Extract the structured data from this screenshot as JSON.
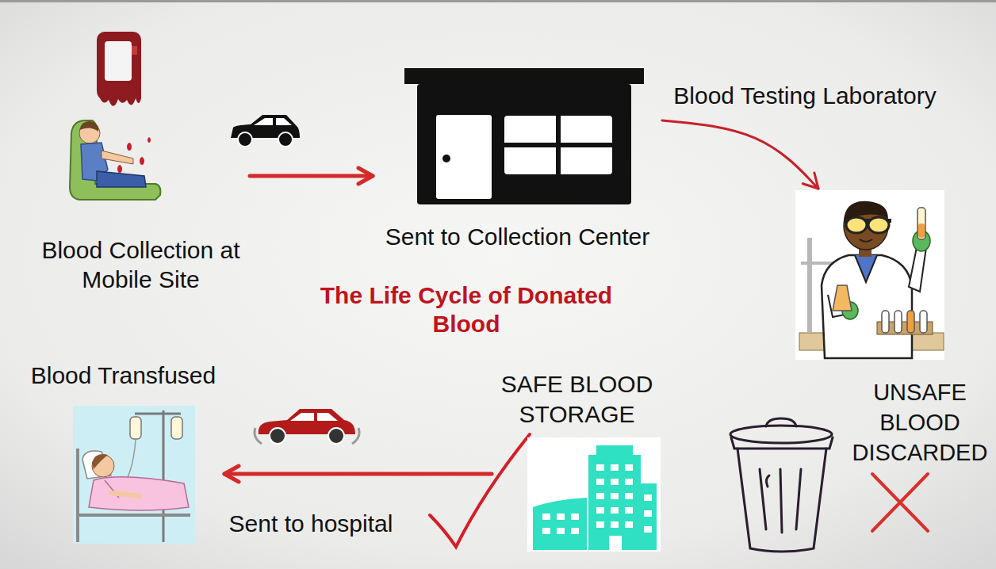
{
  "diagram": {
    "title": "The Life Cycle of Donated Blood",
    "nodes": [
      {
        "text": [
          "Blood Collection at Mobile Site"
        ]
      },
      {
        "text": [
          "Sent to Collection Center"
        ]
      },
      {
        "text": [
          "Blood Testing Laboratory"
        ]
      },
      {
        "text": [
          "UNSAFE BLOOD DISCARDED"
        ]
      },
      {
        "text": [
          "SAFE BLOOD STORAGE"
        ]
      },
      {
        "text": [
          "Blood Transfused"
        ]
      }
    ],
    "edges": [
      {
        "from": 0,
        "to": 1,
        "arrow": "to"
      },
      {
        "from": 1,
        "to": 2,
        "arrow": "to"
      },
      {
        "from": 4,
        "to": 5,
        "label": "Sent to hospital",
        "arrow": "to"
      }
    ]
  }
}
